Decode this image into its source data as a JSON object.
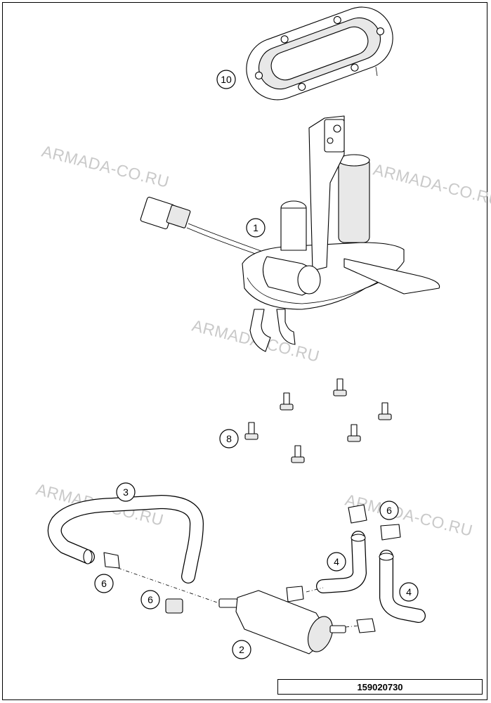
{
  "document_number": "159020730",
  "watermark_text": "ARMADA-CO.RU",
  "callouts": [
    {
      "label": "10",
      "part": "fuel-pump-gasket-ring"
    },
    {
      "label": "1",
      "part": "fuel-pump-assembly"
    },
    {
      "label": "8",
      "part": "mounting-bolts"
    },
    {
      "label": "3",
      "part": "fuel-hose-curved"
    },
    {
      "label": "6",
      "part": "hose-clamp"
    },
    {
      "label": "6",
      "part": "hose-clamp"
    },
    {
      "label": "6",
      "part": "hose-clamp"
    },
    {
      "label": "4",
      "part": "fuel-hose-elbow"
    },
    {
      "label": "4",
      "part": "fuel-hose-elbow"
    },
    {
      "label": "2",
      "part": "fuel-filter"
    }
  ]
}
